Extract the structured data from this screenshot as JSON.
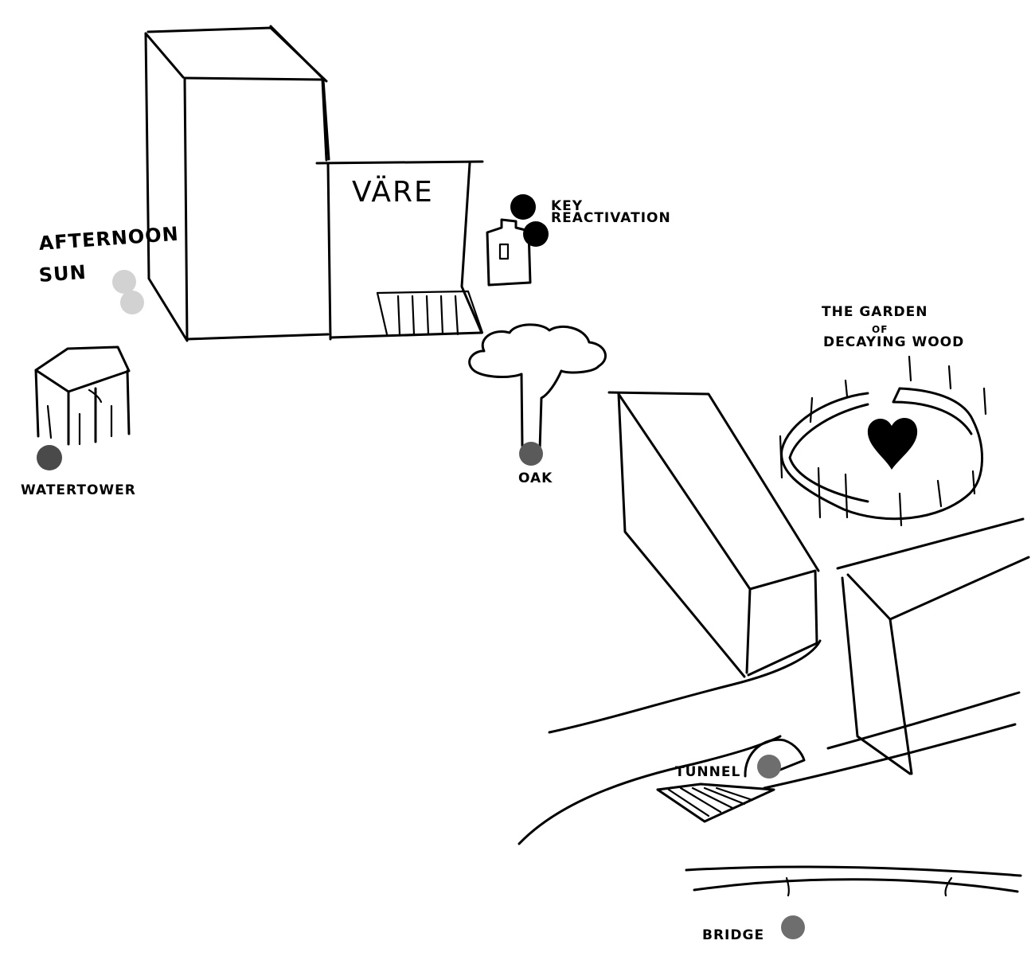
{
  "map": {
    "building_sign": "VÄRE",
    "labels": {
      "afternoon_sun_line1": "AFTERNOON",
      "afternoon_sun_line2": "SUN",
      "key_reactivation_line1": "KEY",
      "key_reactivation_line2": "REACTIVATION",
      "watertower": "WATERTOWER",
      "oak": "OAK",
      "garden_line1": "THE GARDEN",
      "garden_line2": "OF",
      "garden_line3": "DECAYING WOOD",
      "tunnel": "TUNNEL",
      "bridge": "BRIDGE"
    },
    "marker_colors": {
      "light": "#d2d2d2",
      "medium": "#5a5a5a",
      "dark": "#4a4a4a",
      "black": "#000000",
      "gray": "#6e6e6e"
    }
  }
}
